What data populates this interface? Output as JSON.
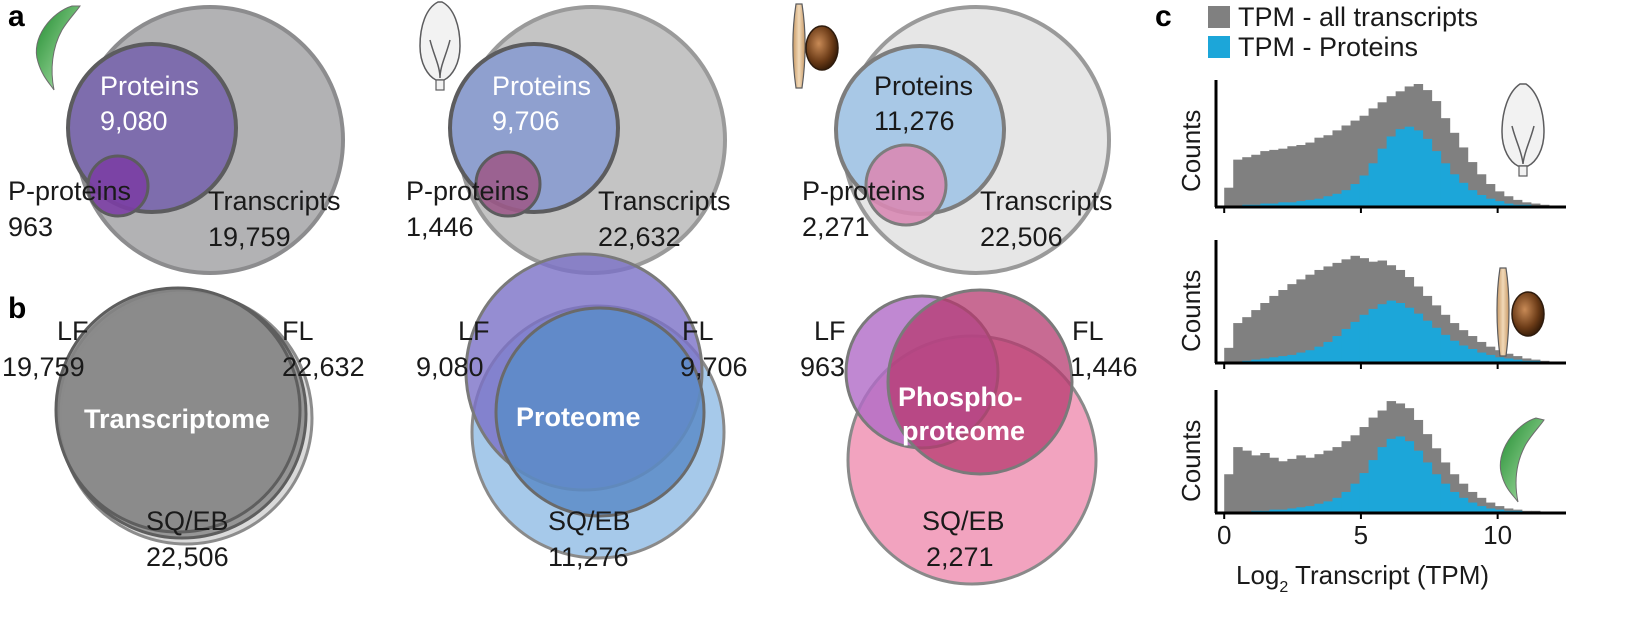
{
  "panels": {
    "a": "a",
    "b": "b",
    "c": "c"
  },
  "venn_a": [
    {
      "proteins_label": "Proteins",
      "proteins_value": "9,080",
      "pproteins_label": "P-proteins",
      "pproteins_value": "963",
      "transcripts_label": "Transcripts",
      "transcripts_value": "19,759",
      "icon": "leaf-icon"
    },
    {
      "proteins_label": "Proteins",
      "proteins_value": "9,706",
      "pproteins_label": "P-proteins",
      "pproteins_value": "1,446",
      "transcripts_label": "Transcripts",
      "transcripts_value": "22,632",
      "icon": "flower-icon"
    },
    {
      "proteins_label": "Proteins",
      "proteins_value": "11,276",
      "pproteins_label": "P-proteins",
      "pproteins_value": "2,271",
      "transcripts_label": "Transcripts",
      "transcripts_value": "22,506",
      "icon": "seed-icon"
    }
  ],
  "venn_b": [
    {
      "lf_label": "LF",
      "lf_value": "19,759",
      "fl_label": "FL",
      "fl_value": "22,632",
      "sq_label": "SQ/EB",
      "sq_value": "22,506",
      "center": "Transcriptome"
    },
    {
      "lf_label": "LF",
      "lf_value": "9,080",
      "fl_label": "FL",
      "fl_value": "9,706",
      "sq_label": "SQ/EB",
      "sq_value": "11,276",
      "center": "Proteome"
    },
    {
      "lf_label": "LF",
      "lf_value": "963",
      "fl_label": "FL",
      "fl_value": "1,446",
      "sq_label": "SQ/EB",
      "sq_value": "2,271",
      "center_line1": "Phospho-",
      "center_line2": "proteome"
    }
  ],
  "chart_data": {
    "type": "histogram",
    "legend": [
      {
        "name": "TPM - all transcripts",
        "color": "#808080"
      },
      {
        "name": "TPM - Proteins",
        "color": "#1ca6d9"
      }
    ],
    "xlabel_main": "Log",
    "xlabel_sub": "2",
    "xlabel_rest": " Transcript (TPM)",
    "ylabel": "Counts",
    "xticks": [
      "0",
      "5",
      "10"
    ],
    "xlim": [
      -0.3,
      12.5
    ],
    "bin_width": 0.33,
    "bin_start": 0,
    "subplots": [
      {
        "icon": "flower-icon",
        "all": [
          0.15,
          0.38,
          0.4,
          0.42,
          0.45,
          0.46,
          0.47,
          0.49,
          0.5,
          0.52,
          0.56,
          0.58,
          0.62,
          0.66,
          0.7,
          0.74,
          0.8,
          0.85,
          0.9,
          0.94,
          0.98,
          1.0,
          0.95,
          0.86,
          0.72,
          0.6,
          0.48,
          0.36,
          0.26,
          0.18,
          0.12,
          0.08,
          0.05,
          0.03,
          0.02,
          0.01
        ],
        "proteins": [
          0.0,
          0.0,
          0.01,
          0.01,
          0.02,
          0.02,
          0.03,
          0.03,
          0.04,
          0.05,
          0.06,
          0.08,
          0.1,
          0.13,
          0.18,
          0.25,
          0.35,
          0.47,
          0.57,
          0.63,
          0.65,
          0.62,
          0.55,
          0.45,
          0.35,
          0.26,
          0.19,
          0.13,
          0.09,
          0.06,
          0.04,
          0.02,
          0.01,
          0.01,
          0.0,
          0.0
        ]
      },
      {
        "icon": "seed-icon",
        "all": [
          0.12,
          0.33,
          0.38,
          0.44,
          0.5,
          0.56,
          0.61,
          0.66,
          0.7,
          0.74,
          0.78,
          0.81,
          0.84,
          0.87,
          0.9,
          0.88,
          0.85,
          0.86,
          0.82,
          0.78,
          0.72,
          0.64,
          0.56,
          0.48,
          0.4,
          0.33,
          0.27,
          0.22,
          0.17,
          0.13,
          0.1,
          0.07,
          0.05,
          0.03,
          0.02,
          0.01
        ],
        "proteins": [
          0.0,
          0.0,
          0.01,
          0.02,
          0.03,
          0.04,
          0.05,
          0.06,
          0.08,
          0.1,
          0.13,
          0.17,
          0.22,
          0.28,
          0.34,
          0.4,
          0.45,
          0.49,
          0.52,
          0.5,
          0.46,
          0.41,
          0.35,
          0.29,
          0.23,
          0.18,
          0.14,
          0.11,
          0.08,
          0.06,
          0.04,
          0.03,
          0.02,
          0.01,
          0.01,
          0.0
        ]
      },
      {
        "icon": "leaf-icon",
        "all": [
          0.32,
          0.55,
          0.52,
          0.48,
          0.5,
          0.46,
          0.43,
          0.45,
          0.48,
          0.46,
          0.49,
          0.52,
          0.55,
          0.6,
          0.65,
          0.72,
          0.8,
          0.86,
          0.94,
          0.92,
          0.88,
          0.78,
          0.66,
          0.54,
          0.42,
          0.32,
          0.24,
          0.17,
          0.12,
          0.08,
          0.05,
          0.03,
          0.02,
          0.01,
          0.01,
          0.0
        ],
        "proteins": [
          0.0,
          0.0,
          0.0,
          0.01,
          0.01,
          0.02,
          0.02,
          0.03,
          0.04,
          0.05,
          0.07,
          0.09,
          0.12,
          0.17,
          0.24,
          0.33,
          0.44,
          0.55,
          0.62,
          0.64,
          0.6,
          0.52,
          0.42,
          0.32,
          0.24,
          0.17,
          0.12,
          0.08,
          0.05,
          0.03,
          0.02,
          0.01,
          0.01,
          0.0,
          0.0,
          0.0
        ]
      }
    ]
  }
}
